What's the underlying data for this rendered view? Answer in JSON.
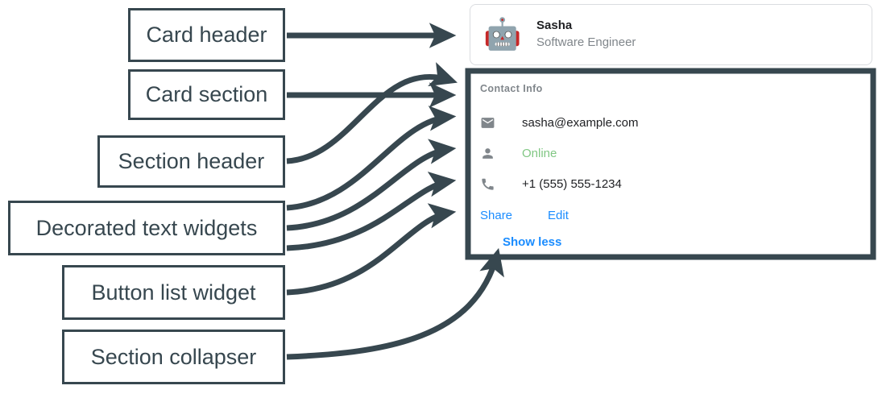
{
  "annotations": [
    {
      "id": "card-header",
      "label": "Card header"
    },
    {
      "id": "card-section",
      "label": "Card section"
    },
    {
      "id": "section-header",
      "label": "Section header"
    },
    {
      "id": "decorated-text",
      "label": "Decorated text widgets"
    },
    {
      "id": "button-list",
      "label": "Button list widget"
    },
    {
      "id": "section-collapser",
      "label": "Section collapser"
    }
  ],
  "card": {
    "header": {
      "avatar_icon": "robot-emoji",
      "avatar_glyph": "🤖",
      "title": "Sasha",
      "subtitle": "Software Engineer"
    },
    "section": {
      "header": "Contact Info",
      "rows": [
        {
          "icon": "email-icon",
          "text": "sasha@example.com",
          "state": "normal"
        },
        {
          "icon": "person-icon",
          "text": "Online",
          "state": "online"
        },
        {
          "icon": "phone-icon",
          "text": "+1 (555) 555-1234",
          "state": "normal"
        }
      ],
      "buttons": [
        {
          "label": "Share"
        },
        {
          "label": "Edit"
        }
      ],
      "collapser": {
        "label": "Show less"
      }
    }
  },
  "colors": {
    "annotation": "#37474F",
    "link": "#1a8cff",
    "online": "#81C784",
    "muted": "#80868b",
    "card_border": "#dadce0"
  }
}
